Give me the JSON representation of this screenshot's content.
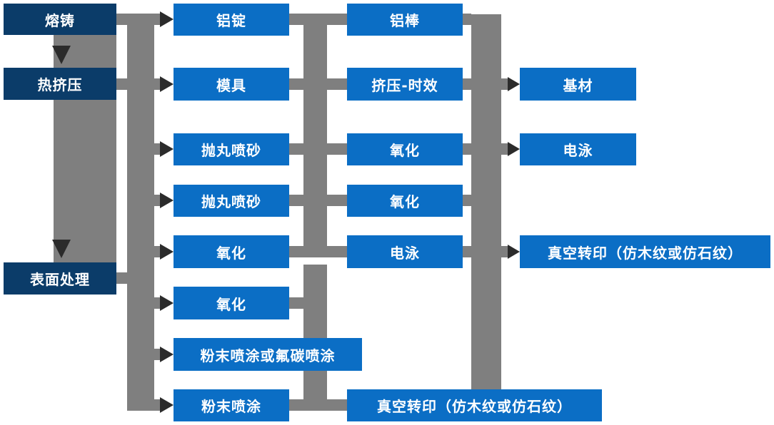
{
  "colors": {
    "background": "#ffffff",
    "node_dark": "#0b3c69",
    "node_blue": "#0b6ec5",
    "node_text": "#ffffff",
    "connector_gray": "#7f7f7f",
    "arrowhead_dark": "#2b2b2b"
  },
  "nodes": [
    {
      "id": "melting_casting",
      "label": "熔铸"
    },
    {
      "id": "hot_extrusion",
      "label": "热挤压"
    },
    {
      "id": "surface_treatment",
      "label": "表面处理"
    },
    {
      "id": "aluminum_ingot",
      "label": "铝锭"
    },
    {
      "id": "mold",
      "label": "模具"
    },
    {
      "id": "shot_blasting_1",
      "label": "抛丸喷砂"
    },
    {
      "id": "shot_blasting_2",
      "label": "抛丸喷砂"
    },
    {
      "id": "oxidation_1",
      "label": "氧化"
    },
    {
      "id": "oxidation_2",
      "label": "氧化"
    },
    {
      "id": "powder_or_fluorocarbon_coating",
      "label": "粉末喷涂或氟碳喷涂"
    },
    {
      "id": "powder_coating",
      "label": "粉末喷涂"
    },
    {
      "id": "aluminum_rod",
      "label": "铝棒"
    },
    {
      "id": "extrusion_aging",
      "label": "挤压-时效"
    },
    {
      "id": "oxidation_3",
      "label": "氧化"
    },
    {
      "id": "oxidation_4",
      "label": "氧化"
    },
    {
      "id": "electrophoresis_1",
      "label": "电泳"
    },
    {
      "id": "vacuum_transfer_bottom",
      "label": "真空转印（仿木纹或仿石纹）"
    },
    {
      "id": "substrate",
      "label": "基材"
    },
    {
      "id": "electrophoresis_2",
      "label": "电泳"
    },
    {
      "id": "vacuum_transfer_right",
      "label": "真空转印（仿木纹或仿石纹）"
    }
  ],
  "edges": [
    {
      "from": "melting_casting",
      "to": "hot_extrusion"
    },
    {
      "from": "hot_extrusion",
      "to": "surface_treatment"
    },
    {
      "from": "melting_casting",
      "to": "aluminum_ingot"
    },
    {
      "from": "hot_extrusion",
      "to": "mold"
    },
    {
      "from": "surface_treatment",
      "to": "shot_blasting_1"
    },
    {
      "from": "surface_treatment",
      "to": "shot_blasting_2"
    },
    {
      "from": "surface_treatment",
      "to": "oxidation_1"
    },
    {
      "from": "surface_treatment",
      "to": "oxidation_2"
    },
    {
      "from": "surface_treatment",
      "to": "powder_or_fluorocarbon_coating"
    },
    {
      "from": "surface_treatment",
      "to": "powder_coating"
    },
    {
      "from": "aluminum_ingot",
      "to": "aluminum_rod"
    },
    {
      "from": "mold",
      "to": "extrusion_aging"
    },
    {
      "from": "shot_blasting_1",
      "to": "oxidation_3"
    },
    {
      "from": "shot_blasting_2",
      "to": "oxidation_4"
    },
    {
      "from": "oxidation_1",
      "to": "electrophoresis_1"
    },
    {
      "from": "oxidation_2",
      "to": "vacuum_transfer_bottom"
    },
    {
      "from": "powder_or_fluorocarbon_coating",
      "to": "vacuum_transfer_bottom"
    },
    {
      "from": "powder_coating",
      "to": "vacuum_transfer_bottom"
    },
    {
      "from": "extrusion_aging",
      "to": "substrate"
    },
    {
      "from": "oxidation_3",
      "to": "electrophoresis_2"
    },
    {
      "from": "electrophoresis_1",
      "to": "vacuum_transfer_right"
    }
  ]
}
